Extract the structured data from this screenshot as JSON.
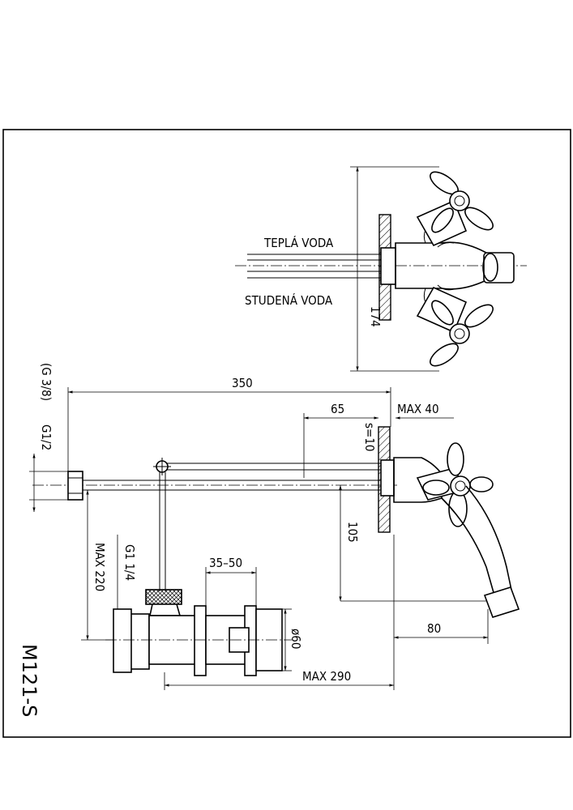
{
  "model": "M121-S",
  "top_view": {
    "label_warm": "TEPLÁ VODA",
    "label_cold": "STUDENÁ VODA",
    "dim_height": "174"
  },
  "side_view": {
    "dim_total_length": "350",
    "dim_offset": "65",
    "dim_max_wall": "MAX 40",
    "dim_thickness": "s=10",
    "dim_thread_outer": "(G 3/8)",
    "dim_thread_inner": "G1/2",
    "dim_vertical": "105",
    "dim_spout": "80",
    "dim_max_height": "MAX 220",
    "dim_thread_waste": "G1 1/4",
    "dim_adjust": "35–50",
    "dim_diameter": "ø60",
    "dim_max_length": "MAX 290"
  }
}
